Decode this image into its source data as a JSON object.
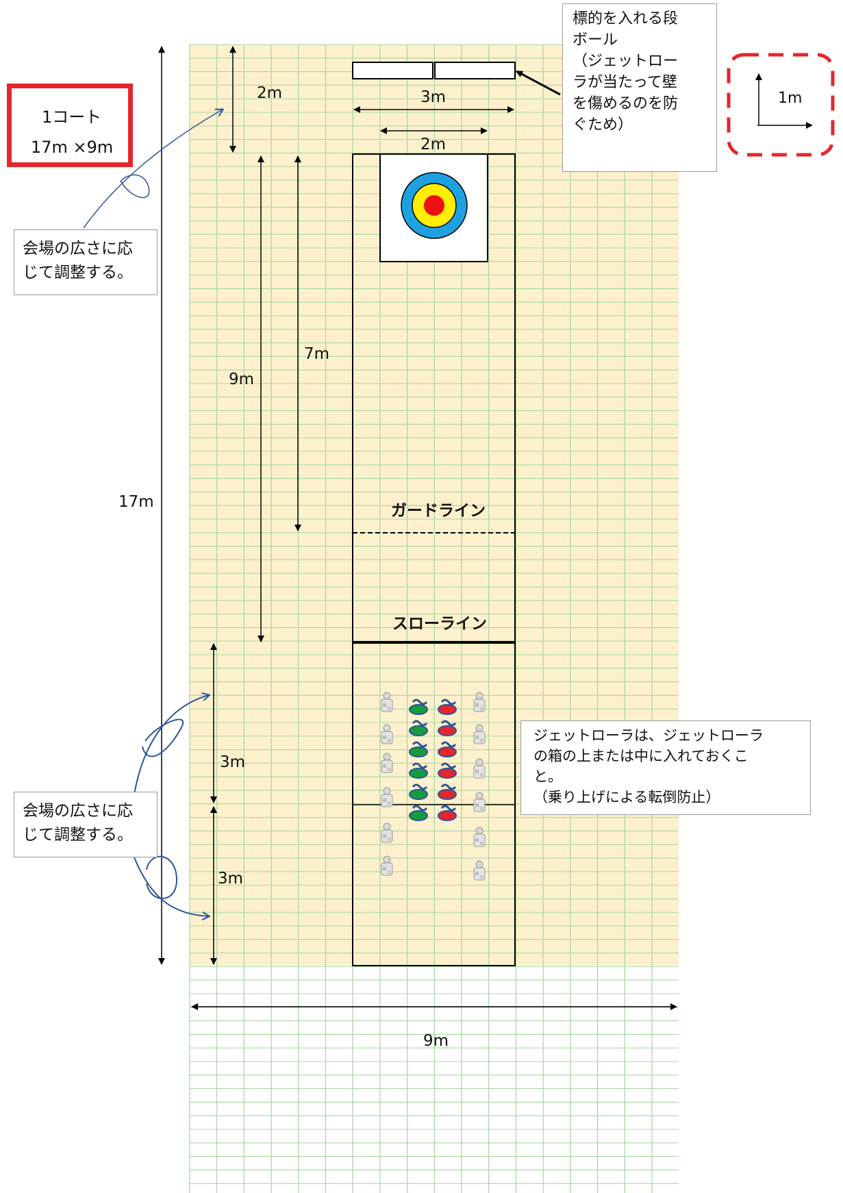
{
  "court_label": {
    "line1": "1コート",
    "line2": "17m ×9m"
  },
  "target_box_note": {
    "lines": [
      "標的を入れる段",
      "ボール",
      "（ジェットロー",
      "ラが当たって壁",
      "を傷めるのを防",
      "ぐため）"
    ]
  },
  "scale_legend": {
    "label": "1m"
  },
  "venue_note": {
    "lines": [
      "会場の広さに応",
      "じて調整する。"
    ]
  },
  "storage_note": {
    "lines": [
      "ジェットローラは、ジェットローラ",
      "の箱の上または中に入れておくこ",
      "と。",
      "（乗り上げによる転倒防止）"
    ]
  },
  "dimensions": {
    "total_length": "17m",
    "top_margin": "2m",
    "target_to_throw": "9m",
    "target_to_guard": "7m",
    "cardboard_width": "3m",
    "target_width": "2m",
    "back_zone_a": "3m",
    "back_zone_b": "3m",
    "court_width": "9m"
  },
  "lines": {
    "guard_line": "ガードライン",
    "throw_line": "スローライン"
  },
  "colors": {
    "court_fill": "#fdf0cc",
    "grid": "#a9d8a3",
    "court_marker": "#e4262c",
    "arrow_annotation": "#2e5597",
    "target_outer": "#1ea1e0",
    "target_middle": "#ffee00",
    "target_center": "#ee1111",
    "roller_green": "#169c3c",
    "roller_red": "#e4262c"
  }
}
